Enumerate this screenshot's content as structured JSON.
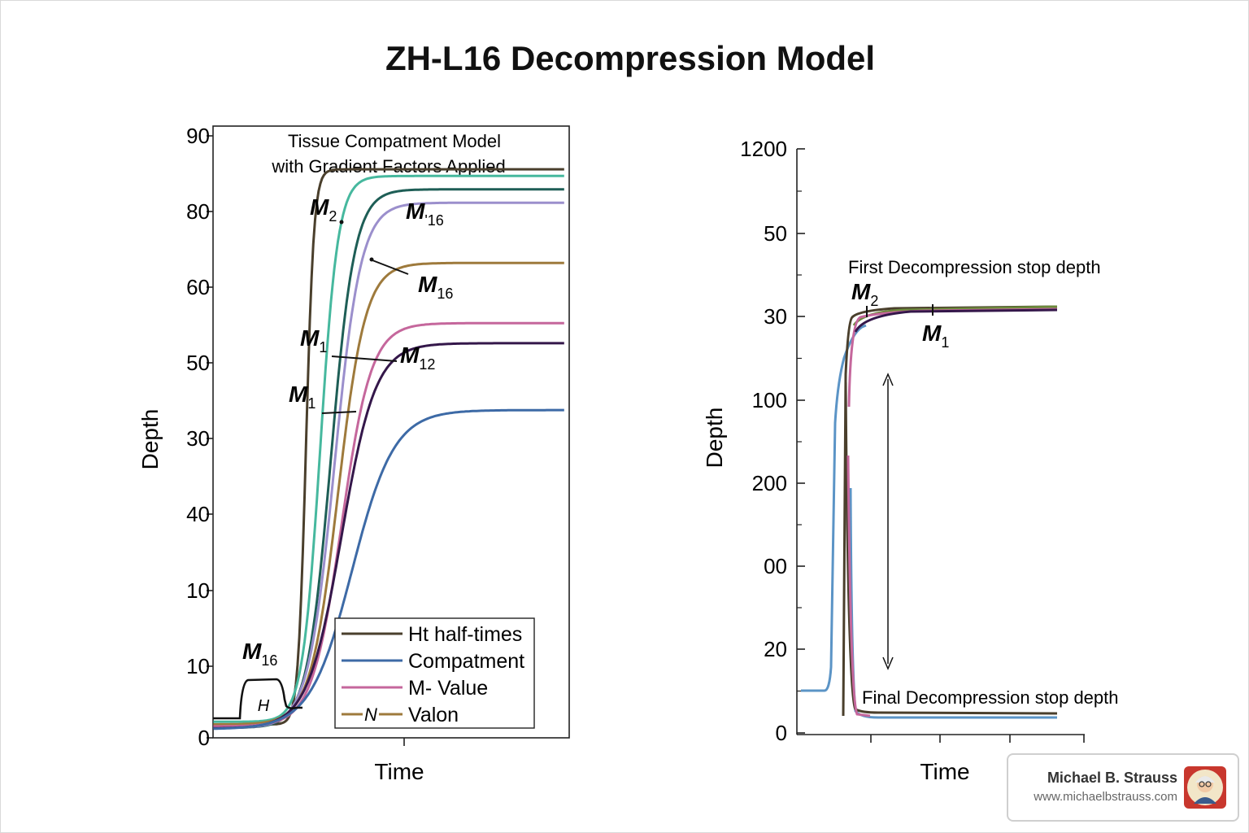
{
  "title": "ZH-L16 Decompression Model",
  "watermark": {
    "name": "Michael B. Strauss",
    "url": "www.michaelbstrauss.com"
  },
  "colors": {
    "dark_brown": "#4a3f2c",
    "teal": "#46b89e",
    "dark_teal": "#1e5e56",
    "lavender": "#9b8fcc",
    "tan": "#9e7a3c",
    "pink": "#c5679c",
    "dark_purple": "#34174a",
    "blue": "#3d6aa6",
    "olive": "#6b8a3a",
    "step_black": "#111111"
  },
  "chart_data": [
    {
      "type": "line",
      "title": "Tissue Compatment Model",
      "subtitle": "with Gradient Factors Applied",
      "xlabel": "Time",
      "ylabel": "Depth",
      "yticks": [
        "90",
        "80",
        "60",
        "50",
        "30",
        "40",
        "10",
        "10",
        "0"
      ],
      "yticks_are_nonmonotonic": true,
      "xticks": [
        ""
      ],
      "grid": false,
      "legend_position": "bottom-right",
      "legend": [
        {
          "label": "Ht half-times",
          "color": "#4a3f2c",
          "marker": ""
        },
        {
          "label": "Compatment",
          "color": "#3d6aa6",
          "marker": ""
        },
        {
          "label": "M- Value",
          "color": "#c5679c",
          "marker": ""
        },
        {
          "label": "Valon",
          "color": "#9e7a3c",
          "marker": "N"
        }
      ],
      "series": [
        {
          "color": "#4a3f2c",
          "start": 2.0,
          "plateau": 85,
          "x_mid": 0.27,
          "steep": 90
        },
        {
          "color": "#46b89e",
          "start": 2.4,
          "plateau": 84,
          "x_mid": 0.31,
          "steep": 40
        },
        {
          "color": "#1e5e56",
          "start": 1.5,
          "plateau": 82,
          "x_mid": 0.34,
          "steep": 30
        },
        {
          "color": "#9b8fcc",
          "start": 1.5,
          "plateau": 80,
          "x_mid": 0.35,
          "steep": 27
        },
        {
          "color": "#9e7a3c",
          "start": 2.0,
          "plateau": 71,
          "x_mid": 0.36,
          "steep": 26
        },
        {
          "color": "#c5679c",
          "start": 1.7,
          "plateau": 62,
          "x_mid": 0.37,
          "steep": 24
        },
        {
          "color": "#34174a",
          "start": 1.4,
          "plateau": 59,
          "x_mid": 0.37,
          "steep": 21
        },
        {
          "color": "#3d6aa6",
          "start": 1.3,
          "plateau": 49,
          "x_mid": 0.4,
          "steep": 17
        }
      ],
      "step": {
        "color": "#111111",
        "label": "H",
        "x": [
          0.0,
          0.07,
          0.09,
          0.18,
          0.2,
          0.24
        ],
        "y": [
          2.5,
          2.5,
          7.5,
          7.5,
          4.0,
          4.0
        ]
      },
      "annotations": [
        {
          "base": "M",
          "sub": "2"
        },
        {
          "base": "M",
          "sub": "'16"
        },
        {
          "base": "M",
          "sub": "16"
        },
        {
          "base": "M",
          "sub": "1"
        },
        {
          "base": "M",
          "sub": "12"
        },
        {
          "base": "M",
          "sub": "1"
        },
        {
          "base": "M",
          "sub": "16"
        }
      ]
    },
    {
      "type": "line",
      "title": "",
      "xlabel": "Time",
      "ylabel": "Depth",
      "yticks": [
        "1200",
        "50",
        "30",
        "100",
        "200",
        "00",
        "20",
        "0"
      ],
      "yticks_are_nonmonotonic": true,
      "xticks": [
        "",
        "",
        "",
        ""
      ],
      "grid": false,
      "legend": [],
      "series": [
        {
          "color": "#3d6aa6",
          "desc": "rises from low start to upper plateau, falls to bottom"
        },
        {
          "color": "#4a3f2c",
          "desc": "sharp rise to upper plateau, falls to bottom"
        },
        {
          "color": "#6b8a3a"
        },
        {
          "color": "#c5679c"
        },
        {
          "color": "#34174a"
        }
      ],
      "annotations": [
        {
          "text": "First Decompression stop depth"
        },
        {
          "text": "Final Decompression stop depth"
        },
        {
          "base": "M",
          "sub": "2"
        },
        {
          "base": "M",
          "sub": "1"
        }
      ]
    }
  ]
}
